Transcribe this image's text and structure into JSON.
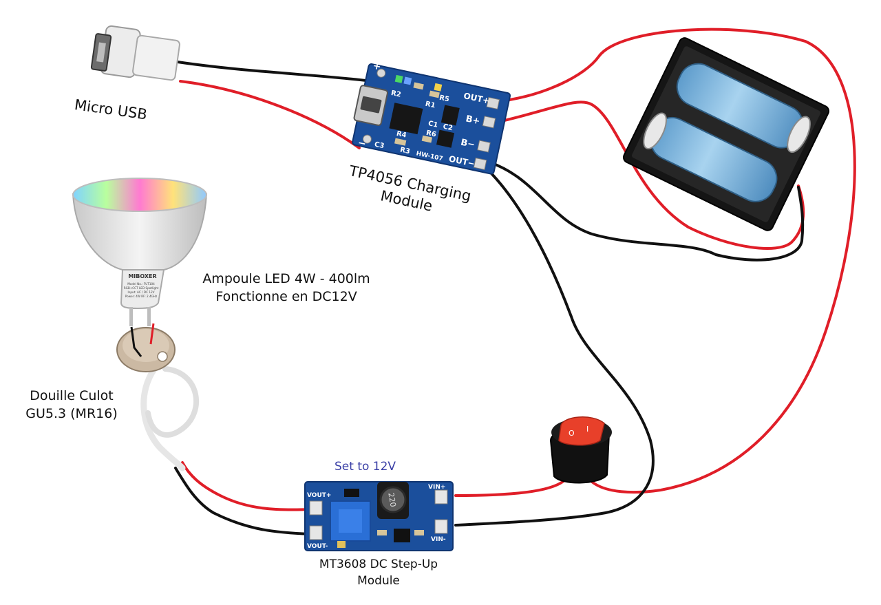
{
  "components": {
    "micro_usb": {
      "label": "Micro USB"
    },
    "tp4056": {
      "label_line1": "TP4056 Charging",
      "label_line2": "Module",
      "pins": {
        "in_plus": "+",
        "in_minus": "−",
        "out_plus": "OUT+",
        "b_plus": "B+",
        "b_minus": "B−",
        "out_minus": "OUT−"
      },
      "silk": {
        "r2": "R2",
        "r1": "R1",
        "r5": "R5",
        "c1": "C1",
        "c2": "C2",
        "r6": "R6",
        "r4": "R4",
        "c3": "C3",
        "r3": "R3",
        "model": "HW-107"
      }
    },
    "bulb": {
      "label_line1": "Ampoule LED 4W - 400lm",
      "label_line2": "Fonctionne en DC12V",
      "brand": "MIBOXER",
      "spec_lines": [
        "Model No.: FUT104",
        "RGB+CCT LED Spotlight",
        "Input: AC / DC 12V",
        "Power: 4W   RF: 2.4GHz"
      ]
    },
    "socket": {
      "label_line1": "Douille Culot",
      "label_line2": "GU5.3 (MR16)"
    },
    "mt3608": {
      "label_line1": "MT3608 DC Step-Up",
      "label_line2": "Module",
      "note": "Set to 12V",
      "pins": {
        "vout_plus": "VOUT+",
        "vout_minus": "VOUT-",
        "vin_plus": "VIN+",
        "vin_minus": "VIN-"
      },
      "inductor": "220"
    },
    "switch": {
      "on": "I",
      "off": "O"
    }
  },
  "colors": {
    "wire_red": "#e01e28",
    "wire_black": "#111111",
    "pcb_blue": "#1b4f9c",
    "battery_blue": "#7fb9e0",
    "switch_red": "#e8402a"
  }
}
